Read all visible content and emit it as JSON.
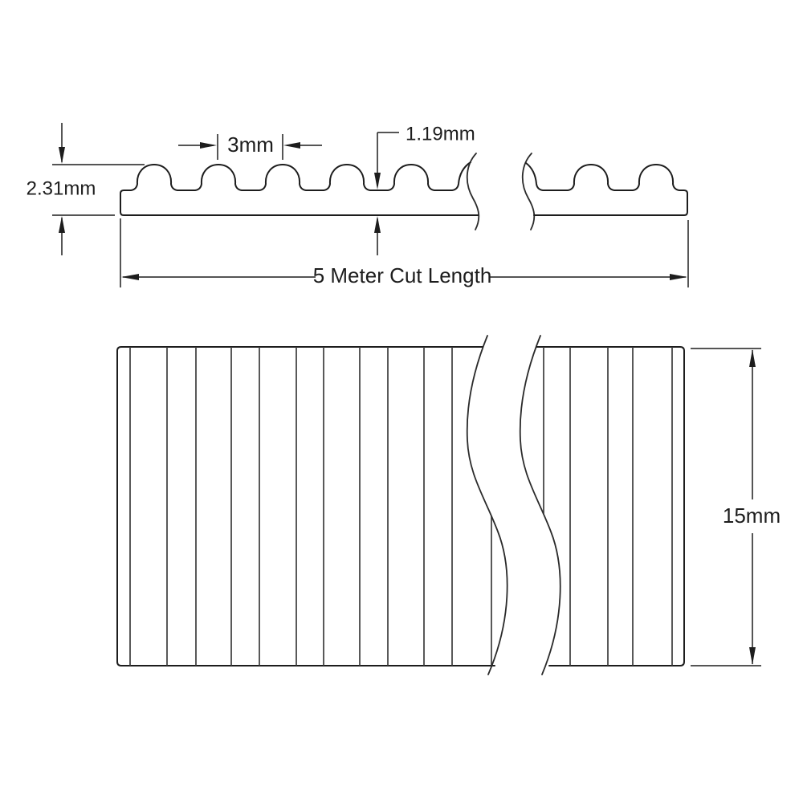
{
  "figure": {
    "kind": "technical-drawing",
    "subject": "timing-belt-3mm-pitch",
    "colors": {
      "background": "#ffffff",
      "line": "#1d1d1d"
    },
    "side_profile": {
      "dimensions": {
        "belt_height": "2.31mm",
        "tooth_pitch": "3mm",
        "body_thickness": "1.19mm",
        "cut_length": "5 Meter Cut Length"
      }
    },
    "top_view": {
      "dimensions": {
        "belt_width": "15mm"
      }
    }
  }
}
